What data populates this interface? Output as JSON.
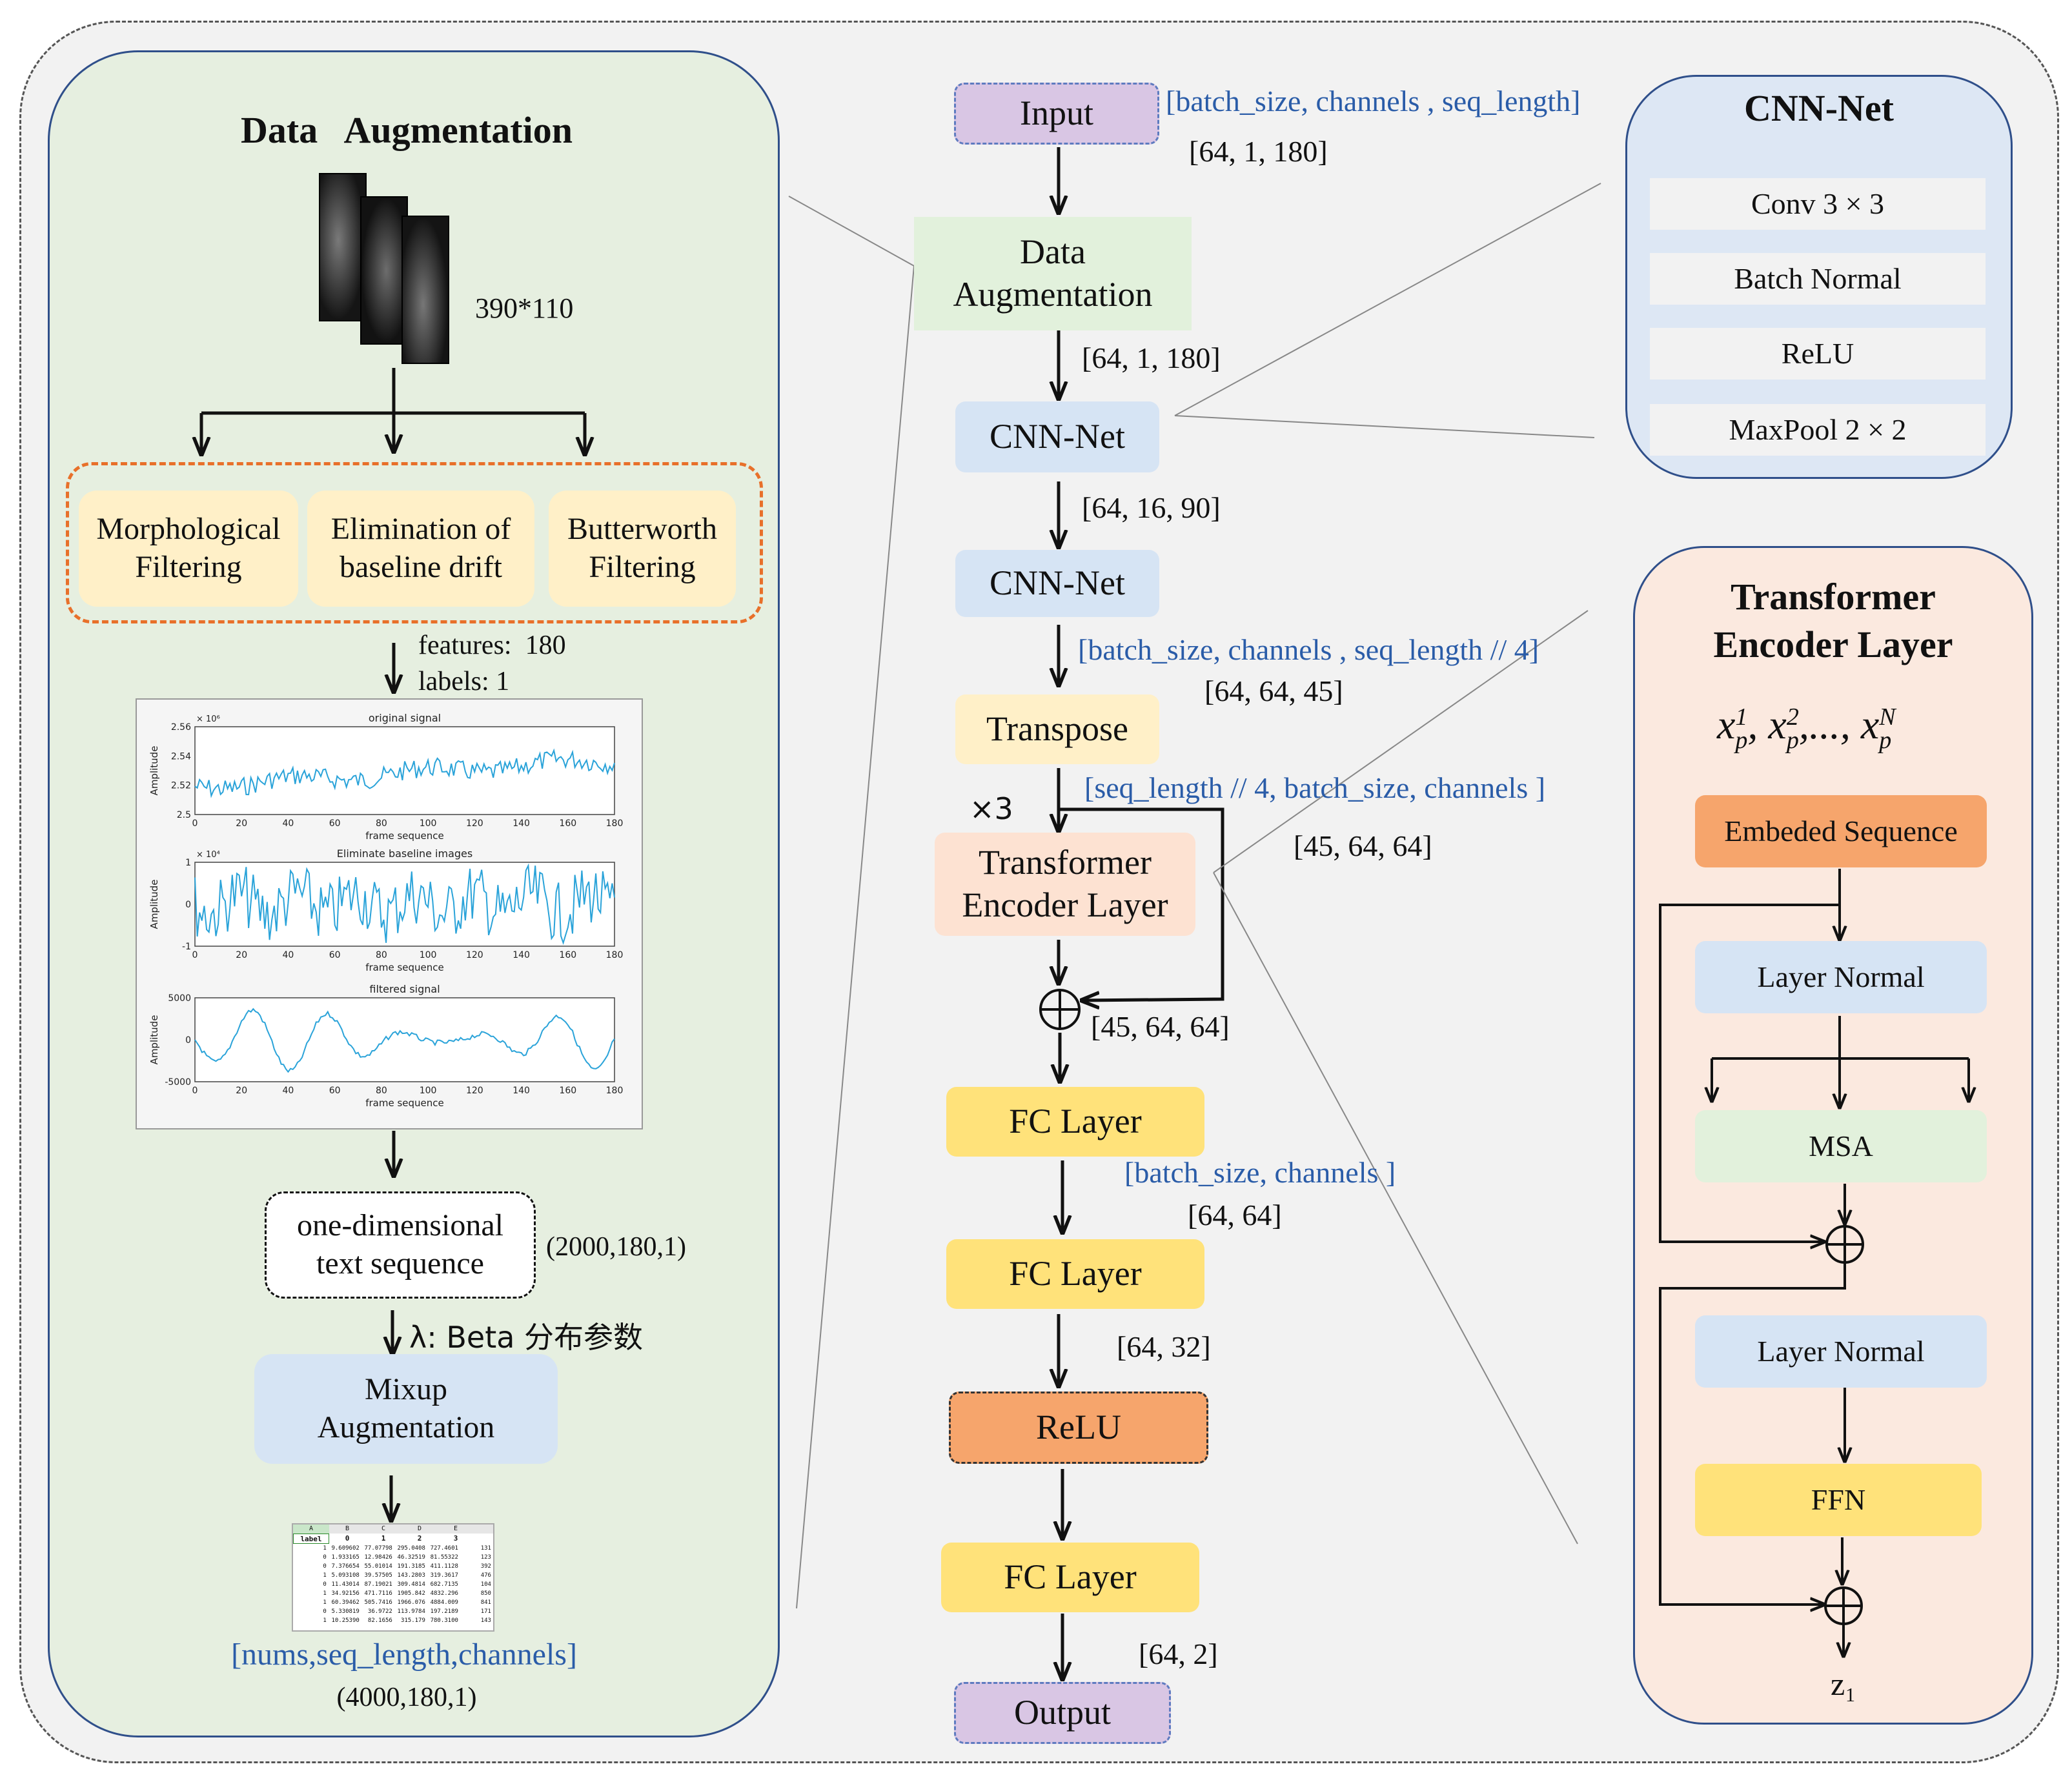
{
  "colors": {
    "outer_bg": "#f2f2f2",
    "left_panel": "#e6efe0",
    "cnn_panel": "#dde7f4",
    "transformer_panel": "#fbe9df",
    "purple": "#d9c6e4",
    "green": "#e2f1dc",
    "lightblue": "#d6e4f4",
    "yellow": "#fff0c8",
    "peach": "#fde2d2",
    "gold": "#ffe27a",
    "orange": "#f6a56c",
    "dashed_orange": "#e8702a",
    "label_blue": "#2a5ca8"
  },
  "left": {
    "title": "Data   Augmentation",
    "image_size": "390*110",
    "filters": [
      "Morphological\nFiltering",
      "Elimination of\nbaseline drift",
      "Butterworth\nFiltering"
    ],
    "features": "features:  180",
    "labels": "labels: 1",
    "plots": [
      {
        "title": "original signal",
        "ylabel": "Amplitude",
        "scale": "× 10⁶",
        "yticks": [
          "2.56",
          "2.54",
          "2.52",
          "2.5"
        ],
        "xlabel": "frame sequence"
      },
      {
        "title": "Eliminate baseline images",
        "ylabel": "Amplitude",
        "scale": "× 10⁴",
        "yticks": [
          "1",
          "0",
          "-1"
        ],
        "xlabel": "frame sequence"
      },
      {
        "title": "filtered signal",
        "ylabel": "Amplitude",
        "scale": "",
        "yticks": [
          "5000",
          "0",
          "-5000"
        ],
        "xlabel": "frame sequence"
      }
    ],
    "xticks": [
      "0",
      "20",
      "40",
      "60",
      "80",
      "100",
      "120",
      "140",
      "160",
      "180"
    ],
    "text_seq": "one-dimensional\ntext sequence",
    "text_seq_shape": "(2000,180,1)",
    "lambda": "λ: Beta 分布参数",
    "mixup": "Mixup\nAugmentation",
    "sheet": {
      "cols": [
        "A",
        "B",
        "C",
        "D",
        "E"
      ],
      "header": [
        "label",
        "0",
        "1",
        "2",
        "3"
      ],
      "rows": [
        [
          "1",
          "9.609602",
          "77.07798",
          "295.0408",
          "727.4601",
          "131"
        ],
        [
          "0",
          "1.933165",
          "12.98426",
          "46.32519",
          "81.55322",
          "123"
        ],
        [
          "0",
          "7.376654",
          "55.01014",
          "191.3185",
          "411.1128",
          "392"
        ],
        [
          "1",
          "5.093108",
          "39.57505",
          "143.2803",
          "319.3617",
          "476"
        ],
        [
          "0",
          "11.43014",
          "87.19021",
          "309.4814",
          "682.7135",
          "104"
        ],
        [
          "1",
          "34.92156",
          "471.7116",
          "1905.842",
          "4832.296",
          "850"
        ],
        [
          "1",
          "60.39462",
          "505.7416",
          "1966.076",
          "4884.009",
          "841"
        ],
        [
          "0",
          "5.330819",
          "36.9722",
          "113.9784",
          "197.2189",
          "171"
        ],
        [
          "1",
          "10.25390",
          "82.1656",
          "315.179",
          "780.3100",
          "143"
        ]
      ]
    },
    "out_label": "[nums,seq_length,channels]",
    "out_shape": "(4000,180,1)"
  },
  "mid": {
    "input": "Input",
    "input_label": "[batch_size, channels , seq_length]",
    "input_shape": "[64, 1, 180]",
    "data_aug": "Data\nAugmentation",
    "shape_after_aug": "[64, 1, 180]",
    "cnn1": "CNN-Net",
    "shape_after_cnn1": "[64, 16, 90]",
    "cnn2": "CNN-Net",
    "cnn2_label": "[batch_size, channels , seq_length // 4]",
    "cnn2_shape": "[64, 64, 45]",
    "transpose": "Transpose",
    "transpose_label": "[seq_length // 4, batch_size, channels ]",
    "transpose_shape": "[45, 64, 64]",
    "times": "×3",
    "encoder": "Transformer\nEncoder Layer",
    "plus_shape": "[45, 64, 64]",
    "fc1": "FC Layer",
    "fc1_label": "[batch_size, channels ]",
    "fc1_shape": "[64, 64]",
    "fc2": "FC Layer",
    "fc2_shape": "[64, 32]",
    "relu": "ReLU",
    "fc3": "FC Layer",
    "fc3_shape": "[64, 2]",
    "output": "Output"
  },
  "cnn_net": {
    "title": "CNN-Net",
    "items": [
      "Conv 3 × 3",
      "Batch Normal",
      "ReLU",
      "MaxPool 2 × 2"
    ]
  },
  "transformer": {
    "title": "Transformer\nEncoder Layer",
    "embed": "Embeded Sequence",
    "norm1": "Layer Normal",
    "msa": "MSA",
    "norm2": "Layer Normal",
    "ffn": "FFN",
    "out": "z₁"
  }
}
